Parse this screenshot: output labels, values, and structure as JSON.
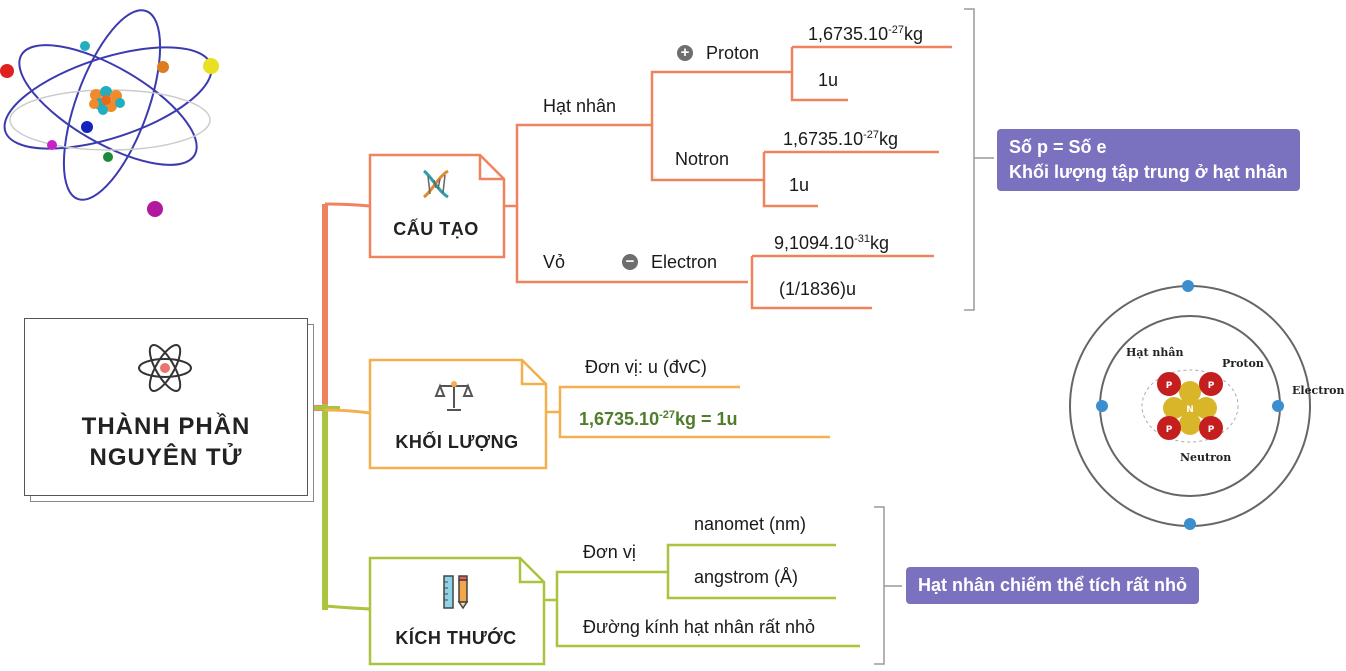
{
  "central": {
    "title_line1": "THÀNH PHẦN",
    "title_line2": "NGUYÊN TỬ",
    "icon": "atom-icon"
  },
  "branches": {
    "structure": {
      "title": "CẤU TẠO",
      "icon": "dna-icon",
      "color": "#f0835f",
      "nucleus": {
        "label": "Hạt nhân",
        "proton": {
          "label": "Proton",
          "sign": "+",
          "mass_kg_base": "1,6735.10",
          "mass_kg_exp": "-27",
          "mass_kg_unit": "kg",
          "mass_u": "1u"
        },
        "neutron": {
          "label": "Notron",
          "mass_kg_base": "1,6735.10",
          "mass_kg_exp": "-27",
          "mass_kg_unit": "kg",
          "mass_u": "1u"
        }
      },
      "shell": {
        "label": "Vỏ",
        "electron": {
          "label": "Electron",
          "sign": "−",
          "mass_kg_base": "9,1094.10",
          "mass_kg_exp": "-31",
          "mass_kg_unit": "kg",
          "mass_u": "(1/1836)u"
        }
      },
      "callout_line1": "Số p = Số e",
      "callout_line2": "Khối lượng tập trung ở hạt nhân"
    },
    "mass": {
      "title": "KHỐI LƯỢNG",
      "icon": "scale-icon",
      "color": "#f3b04e",
      "unit_label": "Đơn vị: u (đvC)",
      "equation_base": "1,6735.10",
      "equation_exp": "-27",
      "equation_rest": "kg = 1u",
      "equation_color": "#4f7d2c"
    },
    "size": {
      "title": "KÍCH THƯỚC",
      "icon": "ruler-pencil-icon",
      "color": "#a9c43f",
      "unit_label": "Đơn vị",
      "unit_nm": "nanomet (nm)",
      "unit_a": "angstrom (Å)",
      "diameter": "Đường kính hạt nhân rất nhỏ",
      "callout": "Hạt nhân chiếm thể tích rất nhỏ"
    }
  },
  "atom_diagram": {
    "nucleus_label": "Hạt nhân",
    "proton_label": "Proton",
    "electron_label": "Electron",
    "neutron_label": "Neutron",
    "proton_letter": "P",
    "neutron_letter": "N"
  },
  "colors": {
    "callout": "#7b72bf",
    "orange": "#f0835f",
    "yellow": "#f3b04e",
    "green": "#a9c43f"
  }
}
